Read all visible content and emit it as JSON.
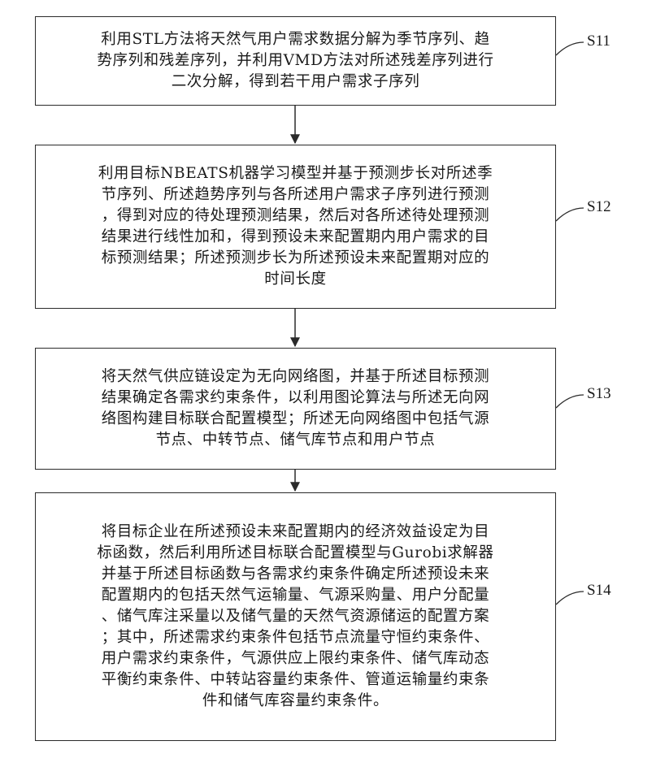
{
  "steps": [
    {
      "id": "S11",
      "label": "S11",
      "text": "利用STL方法将天然气用户需求数据分解为季节序列、趋\n势序列和残差序列，并利用VMD方法对所述残差序列进行\n二次分解，得到若干用户需求子序列"
    },
    {
      "id": "S12",
      "label": "S12",
      "text": "利用目标NBEATS机器学习模型并基于预测步长对所述季\n节序列、所述趋势序列与各所述用户需求子序列进行预测\n，得到对应的待处理预测结果，然后对各所述待处理预测\n结果进行线性加和，得到预设未来配置期内用户需求的目\n标预测结果；所述预测步长为所述预设未来配置期对应的\n时间长度"
    },
    {
      "id": "S13",
      "label": "S13",
      "text": "将天然气供应链设定为无向网络图，并基于所述目标预测\n结果确定各需求约束条件，以利用图论算法与所述无向网\n络图构建目标联合配置模型；所述无向网络图中包括气源\n节点、中转节点、储气库节点和用户节点"
    },
    {
      "id": "S14",
      "label": "S14",
      "text": "将目标企业在所述预设未来配置期内的经济效益设定为目\n标函数，然后利用所述目标联合配置模型与Gurobi求解器\n并基于所述目标函数与各需求约束条件确定所述预设未来\n配置期内的包括天然气运输量、气源采购量、用户分配量\n、储气库注采量以及储气量的天然气资源储运的配置方案\n；其中，所述需求约束条件包括节点流量守恒约束条件、\n用户需求约束条件，气源供应上限约束条件、储气库动态\n平衡约束条件、中转站容量约束条件、管道运输量约束条\n件和储气库容量约束条件。"
    }
  ]
}
